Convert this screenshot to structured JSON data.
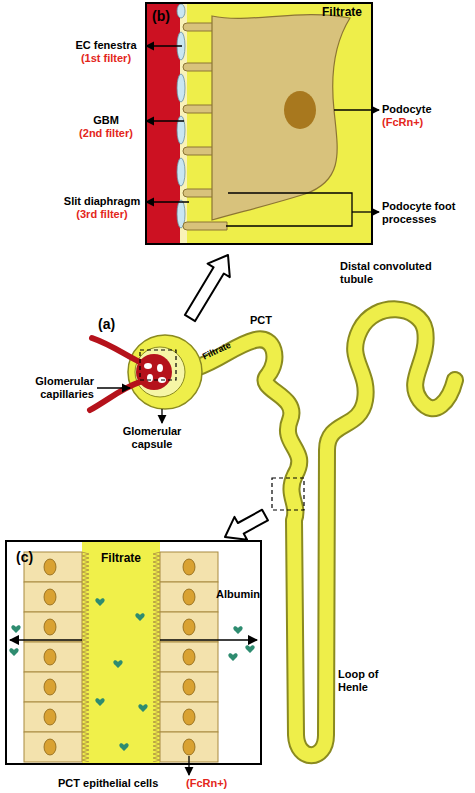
{
  "diagram": {
    "nodes": [
      {
        "text": [
          "(b)"
        ]
      },
      {
        "text": [
          "(c)"
        ]
      }
    ],
    "labels": [
      "Filtrate",
      "EC fenestra",
      "(1st filter)",
      "GBM",
      "(2nd filter)",
      "Slit diaphragm",
      "(3rd filter)",
      "Podocyte",
      "(FcRn+)",
      "Podocyte foot processes",
      "(a)",
      "Glomerular capillaries",
      "Glomerular capsule",
      "Filtrate",
      "PCT",
      "Distal convoluted tubule",
      "Loop of Henle",
      "Filtrate",
      "Albumin",
      "PCT epithelial cells",
      "(FcRn+)"
    ]
  }
}
